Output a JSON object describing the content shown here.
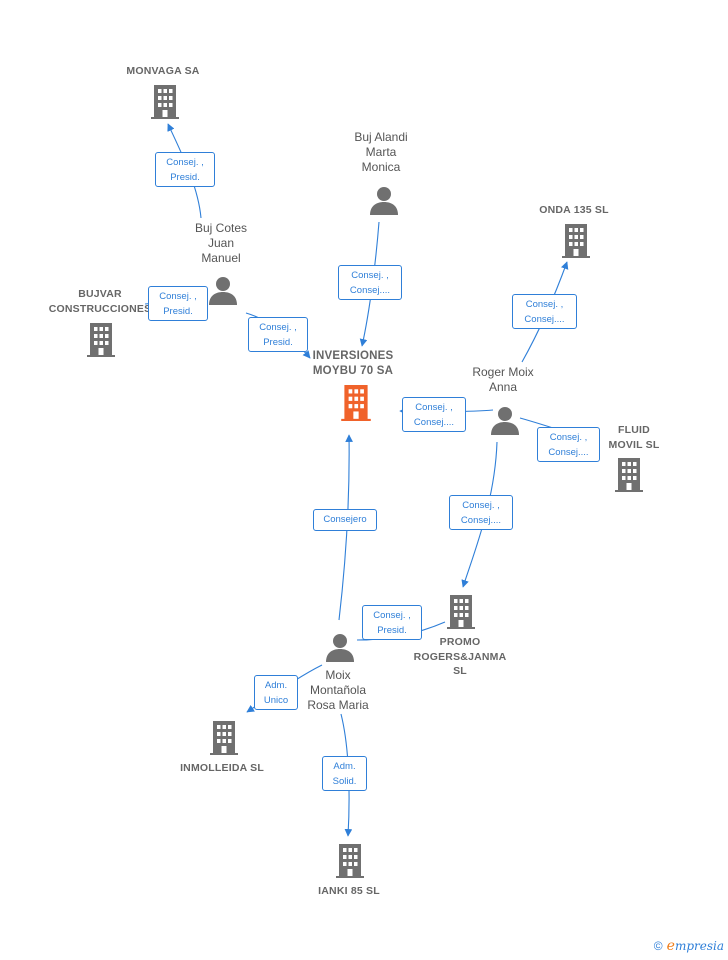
{
  "colors": {
    "building": "#707070",
    "main_building": "#f0622a",
    "person": "#707070",
    "edge": "#2f7fd8"
  },
  "nodes": {
    "inversiones": {
      "label": "INVERSIONES\nMOYBU 70 SA",
      "icon": "building-icon"
    },
    "monvaga": {
      "label": "MONVAGA SA",
      "icon": "building-icon"
    },
    "bujvar": {
      "label": "BUJVAR\nCONSTRUCCIONES",
      "icon": "building-icon"
    },
    "onda": {
      "label": "ONDA 135 SL",
      "icon": "building-icon"
    },
    "fluid": {
      "label": "FLUID\nMOVIL SL",
      "icon": "building-icon"
    },
    "promo": {
      "label": "PROMO\nROGERS&JANMA\nSL",
      "icon": "building-icon"
    },
    "inmolleida": {
      "label": "INMOLLEIDA SL",
      "icon": "building-icon"
    },
    "ianki": {
      "label": "IANKI 85 SL",
      "icon": "building-icon"
    },
    "buj_alandi": {
      "label": "Buj Alandi\nMarta\nMonica",
      "icon": "person-icon"
    },
    "buj_cotes": {
      "label": "Buj Cotes\nJuan\nManuel",
      "icon": "person-icon"
    },
    "roger_moix": {
      "label": "Roger Moix\nAnna",
      "icon": "person-icon"
    },
    "moix_montanola": {
      "label": "Moix\nMontañola\nRosa Maria",
      "icon": "person-icon"
    }
  },
  "edges": {
    "cotes_monvaga": "Consej. ,\nPresid.",
    "cotes_bujvar": "Consej. ,\nPresid.",
    "cotes_inversiones": "Consej. ,\nPresid.",
    "alandi_inversiones": "Consej. ,\nConsej....",
    "roger_inversiones": "Consej. ,\nConsej....",
    "roger_onda": "Consej. ,\nConsej....",
    "roger_fluid": "Consej. ,\nConsej....",
    "roger_promo": "Consej. ,\nConsej....",
    "moix_inversiones": "Consejero",
    "moix_promo": "Consej. ,\nPresid.",
    "moix_inmolleida": "Adm.\nUnico",
    "moix_ianki": "Adm.\nSolid."
  },
  "footer": {
    "copyright": "©",
    "brand_first": "e",
    "brand_rest": "mpresia"
  }
}
